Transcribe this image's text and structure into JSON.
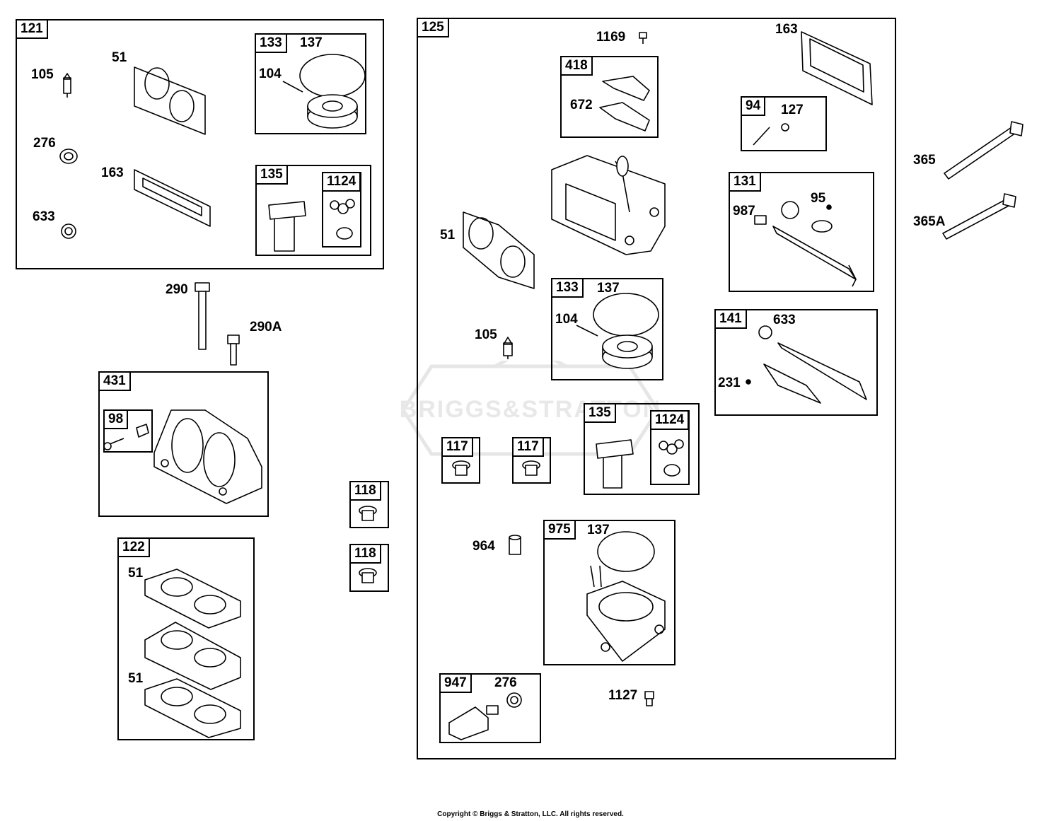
{
  "watermark": {
    "text": "BRIGGS&STRATTON"
  },
  "copyright": "Copyright © Briggs & Stratton, LLC. All rights reserved.",
  "groups": {
    "g121": "121",
    "g133a": "133",
    "g135a": "135",
    "g1124a": "1124",
    "g125": "125",
    "g418": "418",
    "g94": "94",
    "g131": "131",
    "g133b": "133",
    "g141": "141",
    "g135b": "135",
    "g1124b": "1124",
    "g117a": "117",
    "g117b": "117",
    "g975": "975",
    "g947": "947",
    "g431": "431",
    "g98": "98",
    "g122": "122",
    "g118a": "118",
    "g118b": "118"
  },
  "parts": {
    "p105a": "105",
    "p51a": "51",
    "p137a": "137",
    "p104a": "104",
    "p276a": "276",
    "p163a": "163",
    "p633a": "633",
    "p1169": "1169",
    "p163b": "163",
    "p672": "672",
    "p127": "127",
    "p365": "365",
    "p365a": "365A",
    "p987": "987",
    "p95": "95",
    "p51b": "51",
    "p137b": "137",
    "p104b": "104",
    "p105b": "105",
    "p633b": "633",
    "p231": "231",
    "p290": "290",
    "p290a": "290A",
    "p964": "964",
    "p137c": "137",
    "p276b": "276",
    "p1127": "1127",
    "p51c": "51",
    "p51d": "51"
  }
}
